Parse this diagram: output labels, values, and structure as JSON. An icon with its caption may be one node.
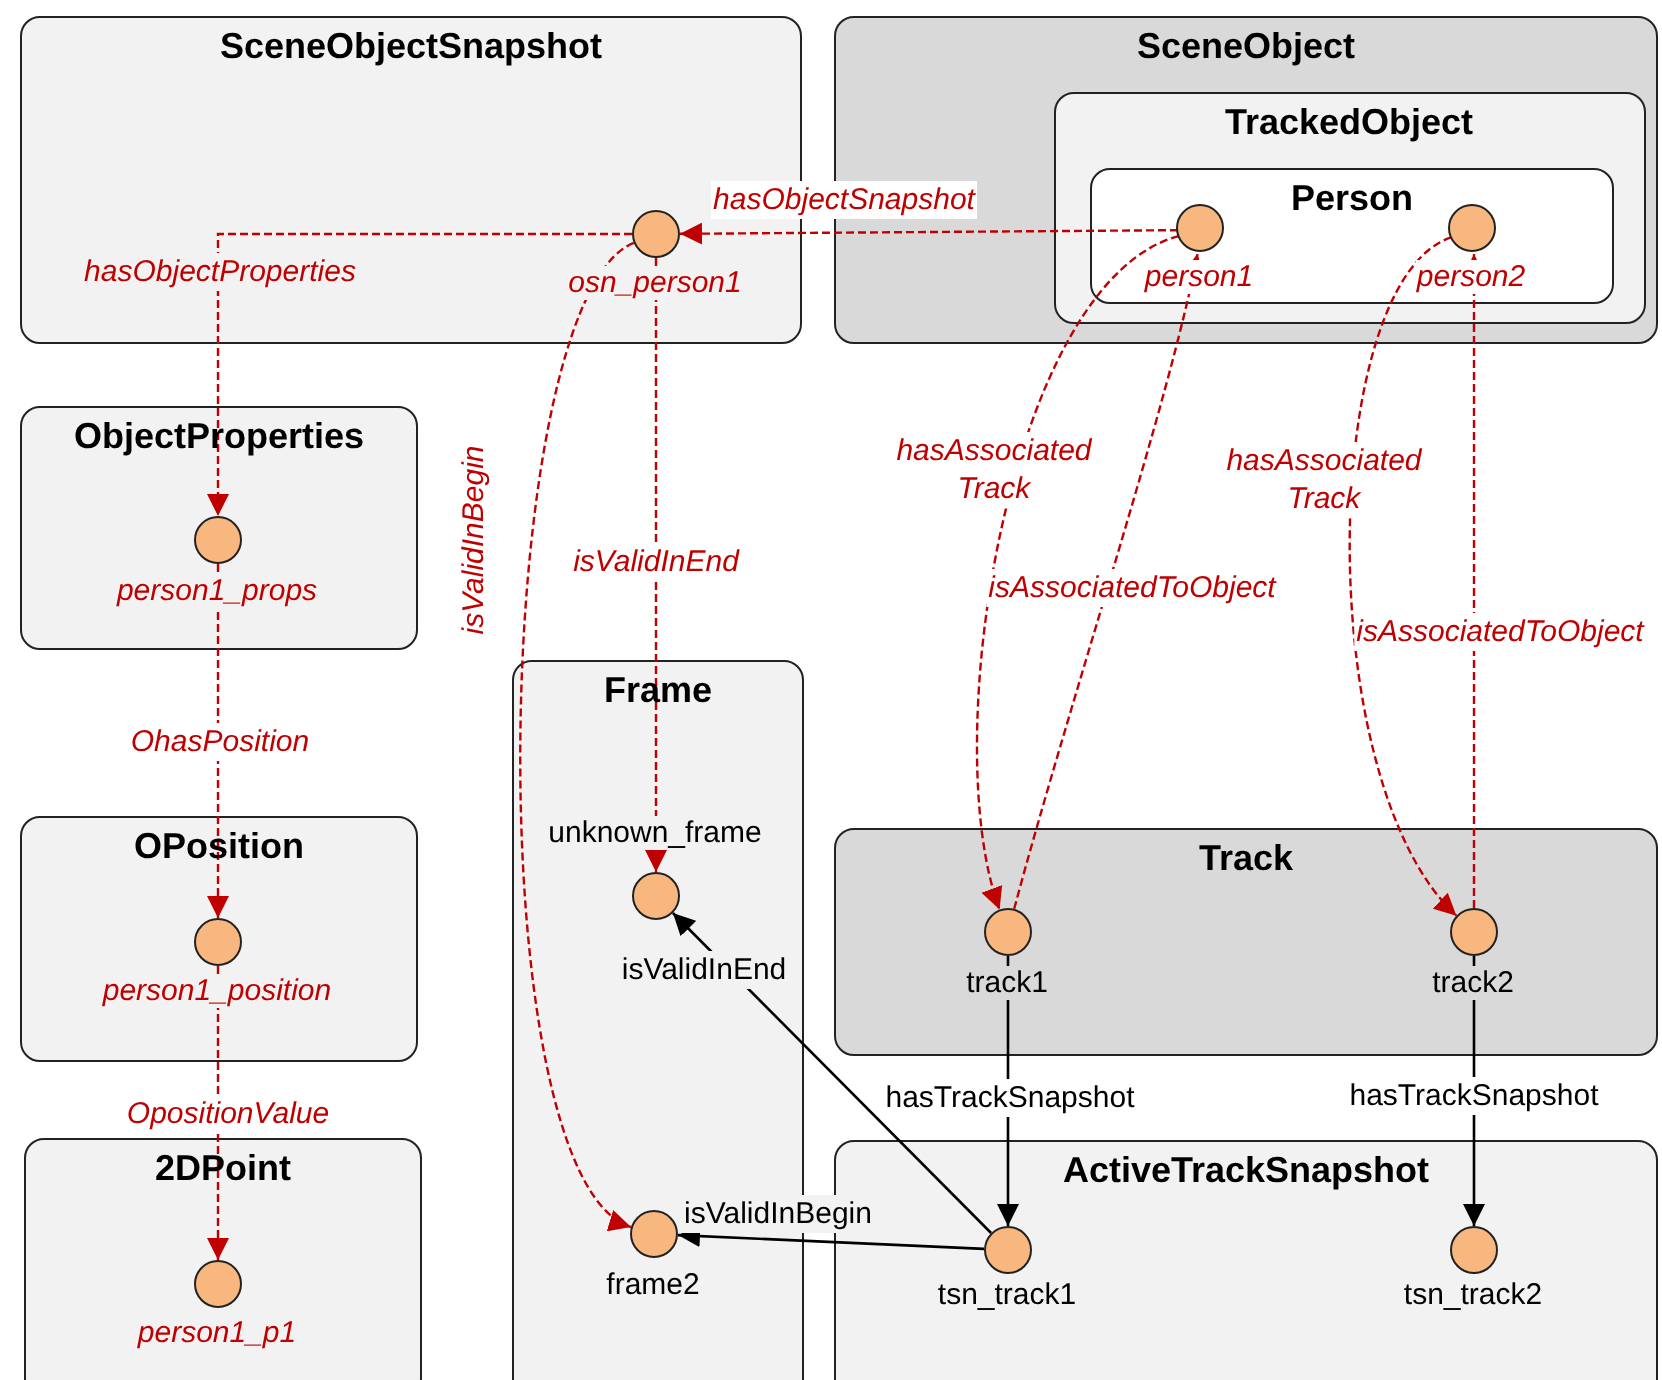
{
  "diagram": {
    "nodes": [
      {
        "text": [
          "SceneObjectSnapshot"
        ]
      },
      {
        "text": [],
        "shape": "circle",
        "beside": [
          "osn_person1"
        ],
        "in": 0
      },
      {
        "text": [
          "SceneObject"
        ]
      },
      {
        "text": [
          "TrackedObject"
        ],
        "in": 2
      },
      {
        "text": [
          "Person"
        ],
        "in": 3
      },
      {
        "text": [],
        "shape": "circle",
        "beside": [
          "person1"
        ],
        "in": 4
      },
      {
        "text": [],
        "shape": "circle",
        "beside": [
          "person2"
        ],
        "in": 4
      },
      {
        "text": [
          "ObjectProperties"
        ]
      },
      {
        "text": [],
        "shape": "circle",
        "beside": [
          "person1_props"
        ],
        "in": 7
      },
      {
        "text": [
          "OPosition"
        ]
      },
      {
        "text": [],
        "shape": "circle",
        "beside": [
          "person1_position"
        ],
        "in": 9
      },
      {
        "text": [
          "Frame"
        ]
      },
      {
        "text": [],
        "shape": "circle",
        "beside": [
          "unknown_frame"
        ],
        "in": 11
      },
      {
        "text": [],
        "shape": "circle",
        "beside": [
          "frame2"
        ],
        "in": 11
      },
      {
        "text": [
          "2DPoint"
        ]
      },
      {
        "text": [],
        "shape": "circle",
        "beside": [
          "person1_p1"
        ],
        "in": 14
      },
      {
        "text": [
          "Track"
        ]
      },
      {
        "text": [],
        "shape": "circle",
        "beside": [
          "track1"
        ],
        "in": 16
      },
      {
        "text": [],
        "shape": "circle",
        "beside": [
          "track2"
        ],
        "in": 16
      },
      {
        "text": [
          "ActiveTrackSnapshot"
        ]
      },
      {
        "text": [],
        "shape": "circle",
        "beside": [
          "tsn_track1"
        ],
        "in": 19
      },
      {
        "text": [],
        "shape": "circle",
        "beside": [
          "tsn_track2"
        ],
        "in": 19
      }
    ],
    "edges": [
      {
        "from": 5,
        "to": 1,
        "arrow": "to",
        "label": "hasObjectSnapshot",
        "style": "dashed",
        "color": "#c00000"
      },
      {
        "from": 1,
        "to": 8,
        "arrow": "to",
        "label": "hasObjectProperties",
        "style": "dashed",
        "color": "#c00000"
      },
      {
        "from": 8,
        "to": 10,
        "arrow": "to",
        "label": "OhasPosition",
        "style": "dashed",
        "color": "#c00000"
      },
      {
        "from": 10,
        "to": 15,
        "arrow": "to",
        "label": "OpositionValue",
        "style": "dashed",
        "color": "#c00000"
      },
      {
        "from": 1,
        "to": 12,
        "arrow": "to",
        "label": "isValidInEnd",
        "style": "dashed",
        "color": "#c00000"
      },
      {
        "from": 1,
        "to": 13,
        "arrow": "to",
        "label": "isValidInBegin",
        "style": "dashed",
        "color": "#c00000"
      },
      {
        "from": 5,
        "to": 17,
        "arrow": "to",
        "label": "hasAssociated Track",
        "style": "dashed",
        "color": "#c00000"
      },
      {
        "from": 17,
        "to": 5,
        "arrow": "to",
        "label": "isAssociatedToObject",
        "style": "dashed",
        "color": "#c00000"
      },
      {
        "from": 6,
        "to": 18,
        "arrow": "to",
        "label": "hasAssociated Track",
        "style": "dashed",
        "color": "#c00000"
      },
      {
        "from": 18,
        "to": 6,
        "arrow": "to",
        "label": "isAssociatedToObject",
        "style": "dashed",
        "color": "#c00000"
      },
      {
        "from": 17,
        "to": 20,
        "arrow": "to",
        "label": "hasTrackSnapshot",
        "color": "#000000"
      },
      {
        "from": 18,
        "to": 21,
        "arrow": "to",
        "label": "hasTrackSnapshot",
        "color": "#000000"
      },
      {
        "from": 20,
        "to": 12,
        "arrow": "to",
        "label": "isValidInEnd",
        "color": "#000000"
      },
      {
        "from": 20,
        "to": 13,
        "arrow": "to",
        "label": "isValidInBegin",
        "color": "#000000"
      }
    ]
  }
}
